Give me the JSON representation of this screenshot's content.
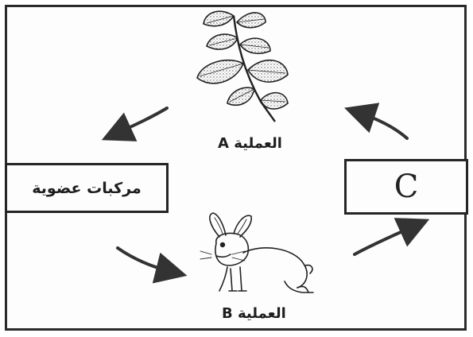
{
  "diagram": {
    "process_a_label": "العملية A",
    "process_b_label": "العملية B",
    "box_left_text": "مركبات عضوية",
    "box_right_text": "C"
  },
  "icons": {
    "top": "leafy-branch-icon",
    "bottom": "rabbit-icon"
  }
}
